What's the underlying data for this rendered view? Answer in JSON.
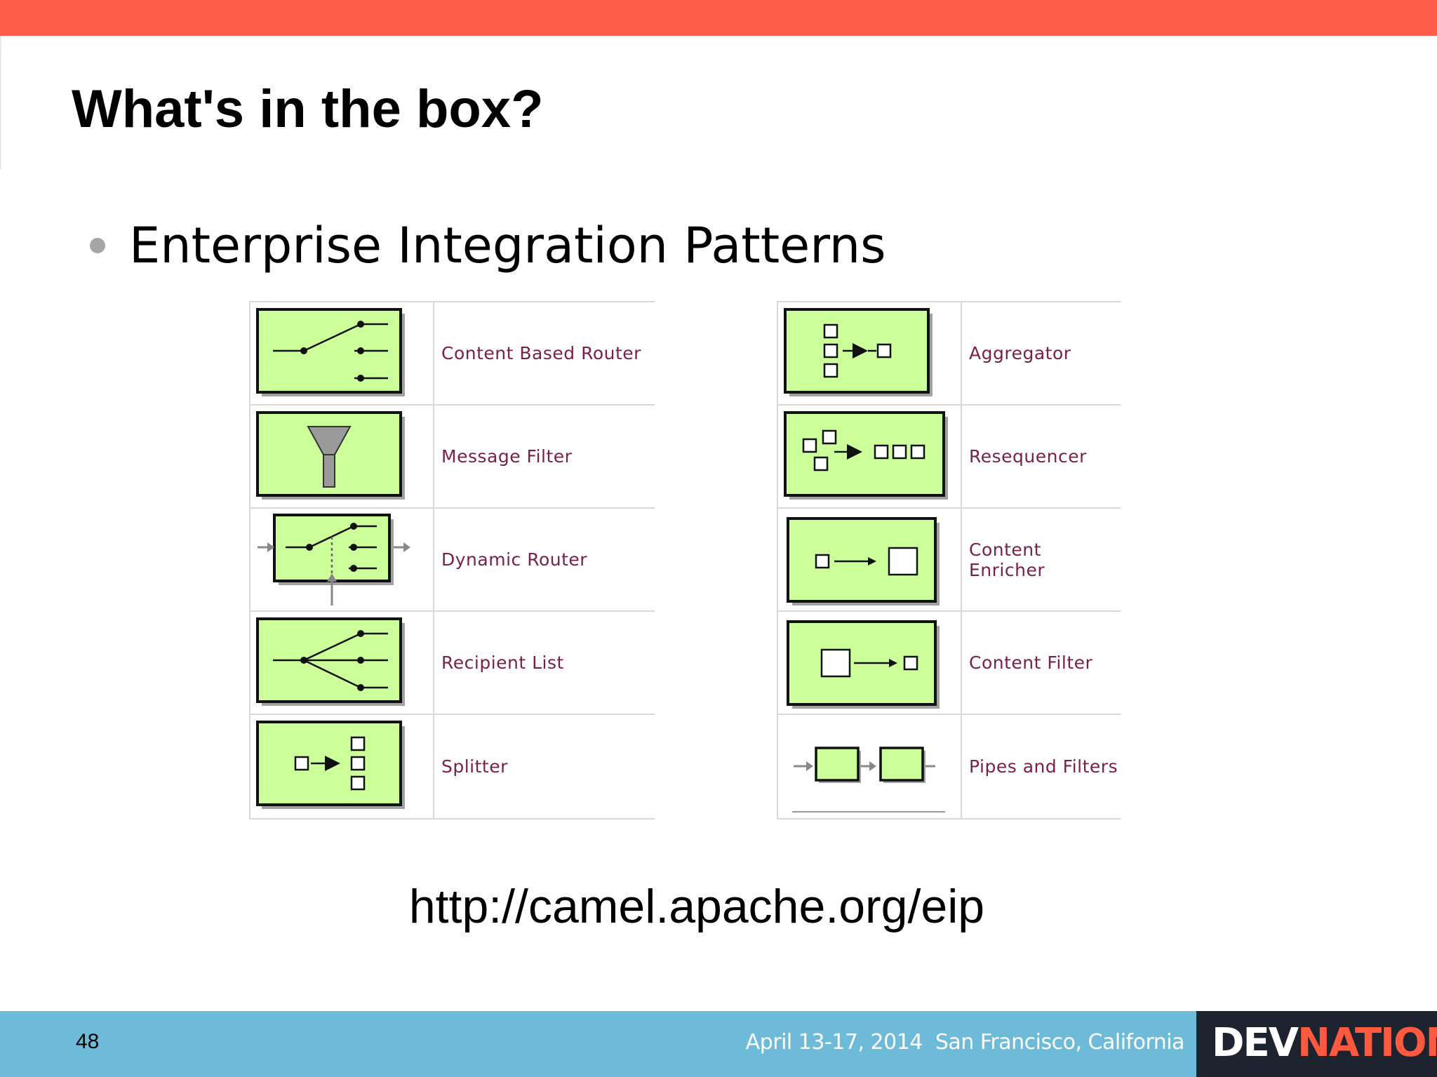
{
  "slide": {
    "title": "What's in the box?",
    "bullet": "Enterprise Integration Patterns",
    "url": "http://camel.apache.org/eip",
    "page_number": "48"
  },
  "patterns_left": [
    {
      "label": "Content Based Router",
      "icon": "content-based-router-icon"
    },
    {
      "label": "Message Filter",
      "icon": "message-filter-icon"
    },
    {
      "label": "Dynamic Router",
      "icon": "dynamic-router-icon"
    },
    {
      "label": "Recipient List",
      "icon": "recipient-list-icon"
    },
    {
      "label": "Splitter",
      "icon": "splitter-icon"
    }
  ],
  "patterns_right": [
    {
      "label": "Aggregator",
      "icon": "aggregator-icon"
    },
    {
      "label": "Resequencer",
      "icon": "resequencer-icon"
    },
    {
      "label": "Content Enricher",
      "icon": "content-enricher-icon"
    },
    {
      "label": "Content Filter",
      "icon": "content-filter-icon"
    },
    {
      "label": "Pipes and Filters",
      "icon": "pipes-and-filters-icon"
    }
  ],
  "footer": {
    "dates": "April 13-17, 2014",
    "location": "San Francisco, California",
    "logo_dev": "DEV",
    "logo_nation": "NATION"
  },
  "colors": {
    "top_bar": "#ff5f4a",
    "footer": "#6dbbd9",
    "icon_fill": "#ccff99",
    "label_text": "#7a1f4a",
    "logo_bg": "#1e2330"
  }
}
